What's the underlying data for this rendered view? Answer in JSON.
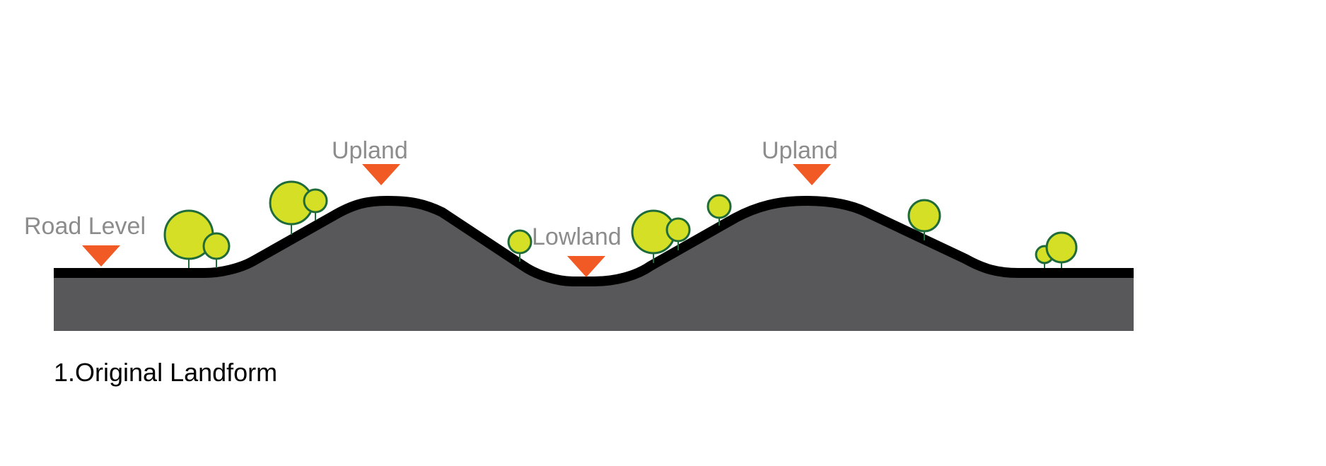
{
  "labels": {
    "road_level": "Road Level",
    "upland_left": "Upland",
    "lowland": "Lowland",
    "upland_right": "Upland"
  },
  "caption": "1.Original Landform",
  "colors": {
    "ground_fill": "#58585a",
    "surface_line": "#000000",
    "marker": "#f15a24",
    "label_text": "#8c8c8c",
    "caption_text": "#000000",
    "tree_fill": "#d4df26",
    "tree_outline": "#1f6b3a"
  },
  "icons": {
    "level_marker": "inverted-triangle-marker",
    "tree": "circle-tree"
  }
}
